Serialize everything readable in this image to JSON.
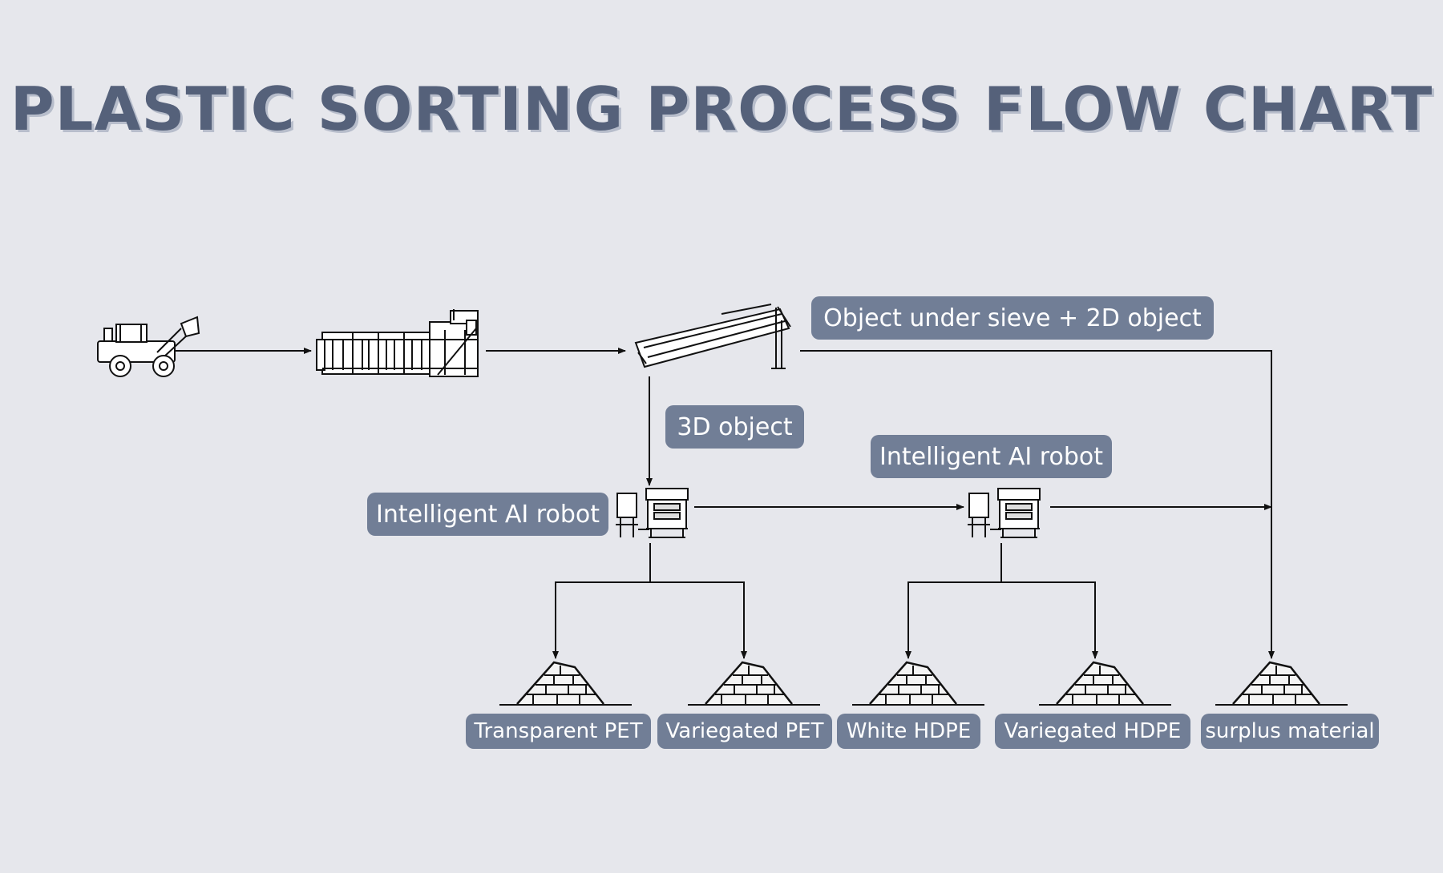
{
  "title": "PLASTIC SORTING PROCESS FLOW CHART",
  "labels": {
    "object_under_sieve": "Object under sieve + 2D object",
    "object_3d": "3D object",
    "robot_upper": "Intelligent AI robot",
    "robot_lower": "Intelligent AI robot"
  },
  "outputs": {
    "transparent_pet": "Transparent PET",
    "variegated_pet": "Variegated PET",
    "white_hdpe": "White HDPE",
    "variegated_hdpe": "Variegated HDPE",
    "surplus_material": "surplus material"
  },
  "icons": [
    "wheel-loader-icon",
    "bag-opener-machine-icon",
    "ballistic-separator-icon",
    "ai-robot-icon",
    "material-pile-icon"
  ],
  "colors": {
    "background": "#e6e7ec",
    "title": "#55617a",
    "label_bg": "#717e96",
    "label_text": "#ffffff",
    "line": "#111111"
  }
}
